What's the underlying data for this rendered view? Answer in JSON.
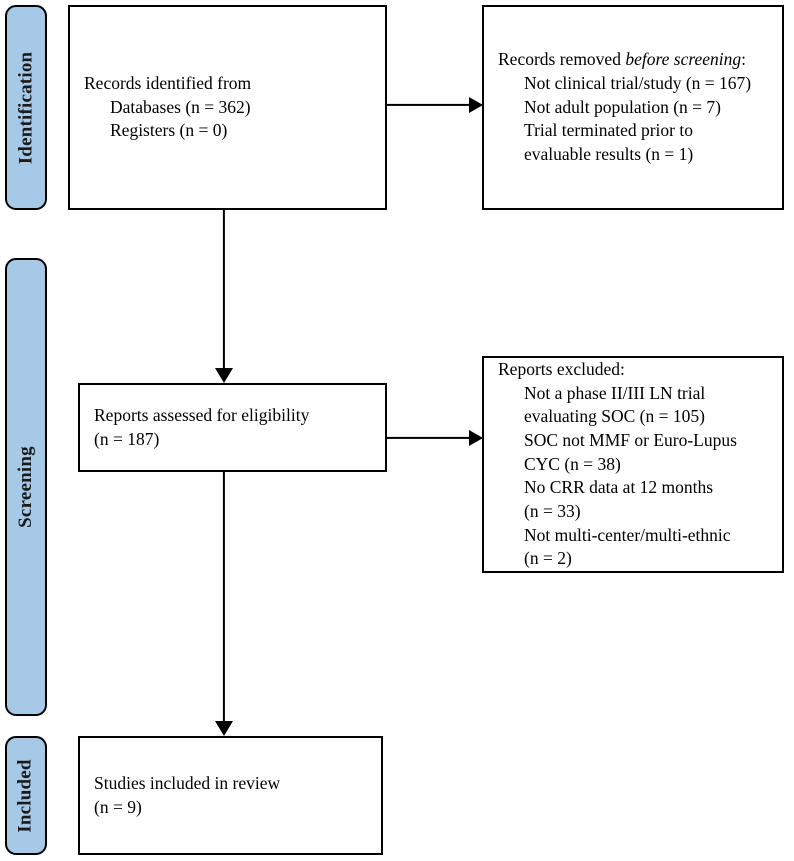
{
  "diagram": {
    "type": "prisma-flow-diagram",
    "accent_color": "#a6c9e8",
    "line_color": "#000000",
    "background_color": "#ffffff"
  },
  "stages": [
    {
      "label": "Identification"
    },
    {
      "label": "Screening"
    },
    {
      "label": "Included"
    }
  ],
  "boxes": {
    "identified": {
      "line1": "Records identified from",
      "line2": "Databases (n = 362)",
      "line3": "Registers (n = 0)"
    },
    "removed_before_screening": {
      "line1_prefix": "Records removed ",
      "line1_italic": "before screening",
      "line1_suffix": ":",
      "line2": "Not clinical trial/study (n = 167)",
      "line3": "Not adult population (n = 7)",
      "line4": "Trial terminated prior to",
      "line5": "evaluable results (n = 1)"
    },
    "assessed": {
      "line1": "Reports assessed for eligibility",
      "line2": "(n = 187)"
    },
    "reports_excluded": {
      "line1": "Reports excluded:",
      "line2": "Not a phase II/III LN trial",
      "line3": "evaluating SOC (n = 105)",
      "line4": "SOC not MMF or Euro-Lupus",
      "line5": "CYC (n = 38)",
      "line6": "No CRR data at 12 months",
      "line7": "(n = 33)",
      "line8": "Not multi-center/multi-ethnic",
      "line9": "(n = 2)"
    },
    "included": {
      "line1": "Studies included in review",
      "line2": "(n = 9)"
    }
  }
}
